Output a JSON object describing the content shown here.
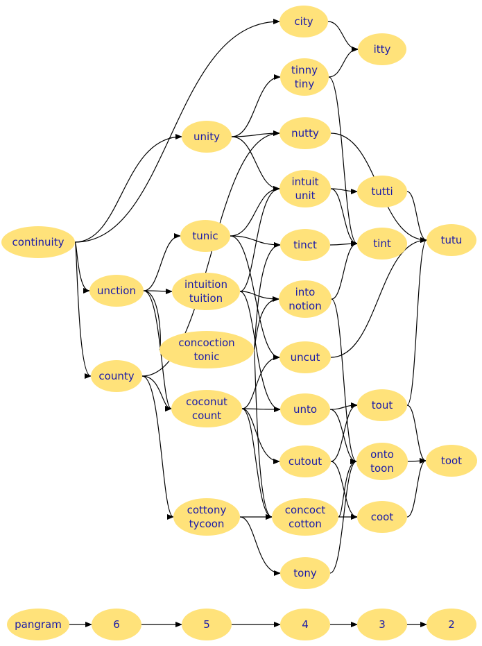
{
  "colors": {
    "node_fill": "#ffe27a",
    "text": "#1a1aa8",
    "edge": "#000000"
  },
  "nodes": [
    {
      "id": "city",
      "lines": [
        "city"
      ]
    },
    {
      "id": "itty",
      "lines": [
        "itty"
      ]
    },
    {
      "id": "tinny_tiny",
      "lines": [
        "tinny",
        "tiny"
      ]
    },
    {
      "id": "unity",
      "lines": [
        "unity"
      ]
    },
    {
      "id": "nutty",
      "lines": [
        "nutty"
      ]
    },
    {
      "id": "intuit_unit",
      "lines": [
        "intuit",
        "unit"
      ]
    },
    {
      "id": "tutti",
      "lines": [
        "tutti"
      ]
    },
    {
      "id": "continuity",
      "lines": [
        "continuity"
      ]
    },
    {
      "id": "tunic",
      "lines": [
        "tunic"
      ]
    },
    {
      "id": "tinct",
      "lines": [
        "tinct"
      ]
    },
    {
      "id": "tint",
      "lines": [
        "tint"
      ]
    },
    {
      "id": "tutu",
      "lines": [
        "tutu"
      ]
    },
    {
      "id": "unction",
      "lines": [
        "unction"
      ]
    },
    {
      "id": "intuition_tuition",
      "lines": [
        "intuition",
        "tuition"
      ]
    },
    {
      "id": "into_notion",
      "lines": [
        "into",
        "notion"
      ]
    },
    {
      "id": "concoction_tonic",
      "lines": [
        "concoction",
        "tonic"
      ]
    },
    {
      "id": "uncut",
      "lines": [
        "uncut"
      ]
    },
    {
      "id": "county",
      "lines": [
        "county"
      ]
    },
    {
      "id": "coconut_count",
      "lines": [
        "coconut",
        "count"
      ]
    },
    {
      "id": "unto",
      "lines": [
        "unto"
      ]
    },
    {
      "id": "tout",
      "lines": [
        "tout"
      ]
    },
    {
      "id": "cutout",
      "lines": [
        "cutout"
      ]
    },
    {
      "id": "onto_toon",
      "lines": [
        "onto",
        "toon"
      ]
    },
    {
      "id": "toot",
      "lines": [
        "toot"
      ]
    },
    {
      "id": "cottony_tycoon",
      "lines": [
        "cottony",
        "tycoon"
      ]
    },
    {
      "id": "concoct_cotton",
      "lines": [
        "concoct",
        "cotton"
      ]
    },
    {
      "id": "coot",
      "lines": [
        "coot"
      ]
    },
    {
      "id": "tony",
      "lines": [
        "tony"
      ]
    },
    {
      "id": "pangram",
      "lines": [
        "pangram"
      ]
    },
    {
      "id": "n6",
      "lines": [
        "6"
      ]
    },
    {
      "id": "n5",
      "lines": [
        "5"
      ]
    },
    {
      "id": "n4",
      "lines": [
        "4"
      ]
    },
    {
      "id": "n3",
      "lines": [
        "3"
      ]
    },
    {
      "id": "n2",
      "lines": [
        "2"
      ]
    }
  ],
  "edges": [
    [
      "continuity",
      "city"
    ],
    [
      "continuity",
      "unity"
    ],
    [
      "continuity",
      "unction"
    ],
    [
      "continuity",
      "county"
    ],
    [
      "city",
      "itty"
    ],
    [
      "tinny_tiny",
      "itty"
    ],
    [
      "tinny_tiny",
      "tint"
    ],
    [
      "unity",
      "tinny_tiny"
    ],
    [
      "unity",
      "nutty"
    ],
    [
      "unity",
      "intuit_unit"
    ],
    [
      "nutty",
      "tutu"
    ],
    [
      "intuit_unit",
      "tutti"
    ],
    [
      "intuit_unit",
      "tint"
    ],
    [
      "tutti",
      "tutu"
    ],
    [
      "unction",
      "tunic"
    ],
    [
      "unction",
      "intuition_tuition"
    ],
    [
      "unction",
      "concoction_tonic"
    ],
    [
      "unction",
      "coconut_count"
    ],
    [
      "county",
      "nutty"
    ],
    [
      "county",
      "coconut_count"
    ],
    [
      "county",
      "cottony_tycoon"
    ],
    [
      "tunic",
      "intuit_unit"
    ],
    [
      "tunic",
      "tinct"
    ],
    [
      "tunic",
      "uncut"
    ],
    [
      "tinct",
      "tint"
    ],
    [
      "intuition_tuition",
      "intuit_unit"
    ],
    [
      "intuition_tuition",
      "into_notion"
    ],
    [
      "intuition_tuition",
      "unto"
    ],
    [
      "concoction_tonic",
      "tinct"
    ],
    [
      "concoction_tonic",
      "into_notion"
    ],
    [
      "concoction_tonic",
      "concoct_cotton"
    ],
    [
      "into_notion",
      "tint"
    ],
    [
      "into_notion",
      "onto_toon"
    ],
    [
      "uncut",
      "tutu"
    ],
    [
      "coconut_count",
      "uncut"
    ],
    [
      "coconut_count",
      "unto"
    ],
    [
      "coconut_count",
      "cutout"
    ],
    [
      "coconut_count",
      "concoct_cotton"
    ],
    [
      "unto",
      "tout"
    ],
    [
      "unto",
      "onto_toon"
    ],
    [
      "tout",
      "tutu"
    ],
    [
      "tout",
      "toot"
    ],
    [
      "cutout",
      "tout"
    ],
    [
      "cutout",
      "coot"
    ],
    [
      "onto_toon",
      "toot"
    ],
    [
      "coot",
      "toot"
    ],
    [
      "cottony_tycoon",
      "concoct_cotton"
    ],
    [
      "cottony_tycoon",
      "tony"
    ],
    [
      "concoct_cotton",
      "onto_toon"
    ],
    [
      "concoct_cotton",
      "coot"
    ],
    [
      "tony",
      "onto_toon"
    ],
    [
      "pangram",
      "n6"
    ],
    [
      "n6",
      "n5"
    ],
    [
      "n5",
      "n4"
    ],
    [
      "n4",
      "n3"
    ],
    [
      "n3",
      "n2"
    ]
  ]
}
